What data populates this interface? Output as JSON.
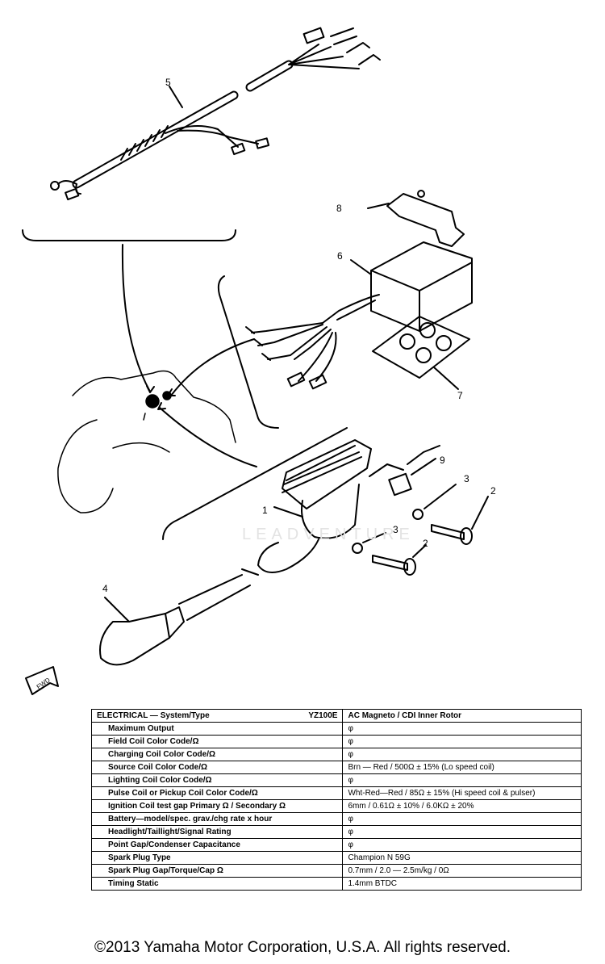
{
  "callouts": {
    "c1": "1",
    "c2a": "2",
    "c2b": "2",
    "c3a": "3",
    "c3b": "3",
    "c4": "4",
    "c5": "5",
    "c6": "6",
    "c7": "7",
    "c8": "8",
    "c9": "9"
  },
  "fwd_label": "FWD",
  "watermark": "LEADVENTURE",
  "table": {
    "header_label": "ELECTRICAL — System/Type",
    "header_model": "YZ100E",
    "header_value": "AC Magneto / CDI Inner Rotor",
    "rows": [
      {
        "label": "Maximum Output",
        "value": "φ"
      },
      {
        "label": "Field Coil Color Code/Ω",
        "value": "φ"
      },
      {
        "label": "Charging Coil Color Code/Ω",
        "value": "φ"
      },
      {
        "label": "Source Coil Color Code/Ω",
        "value": "Brn — Red / 500Ω ± 15% (Lo speed coil)"
      },
      {
        "label": "Lighting Coil Color Code/Ω",
        "value": "φ"
      },
      {
        "label": "Pulse Coil or Pickup Coil Color Code/Ω",
        "value": "Wht-Red—Red / 85Ω ± 15% (Hi speed coil & pulser)"
      },
      {
        "label": "Ignition Coil  test gap  Primary Ω / Secondary Ω",
        "value": "6mm / 0.61Ω ± 10% / 6.0KΩ ± 20%"
      },
      {
        "label": "Battery—model/spec. grav./chg rate x hour",
        "value": "φ"
      },
      {
        "label": "Headlight/Taillight/Signal Rating",
        "value": "φ"
      },
      {
        "label": "Point Gap/Condenser Capacitance",
        "value": "φ"
      },
      {
        "label": "Spark Plug Type",
        "value": "Champion N 59G"
      },
      {
        "label": "Spark Plug Gap/Torque/Cap Ω",
        "value": "0.7mm / 2.0 — 2.5m/kg / 0Ω"
      },
      {
        "label": "Timing  Static",
        "value": "1.4mm BTDC"
      }
    ]
  },
  "copyright": "©2013 Yamaha Motor Corporation, U.S.A. All rights reserved."
}
